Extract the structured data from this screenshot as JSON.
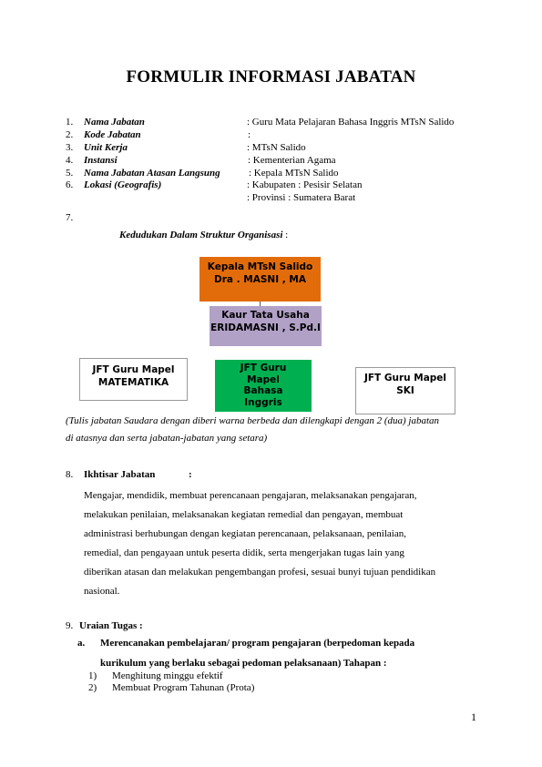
{
  "title": "FORMULIR INFORMASI JABATAN",
  "info_items": [
    {
      "num": "1.",
      "label": "Nama Jabatan",
      "value": ": Guru Mata Pelajaran Bahasa Inggris MTsN Salido"
    },
    {
      "num": "2.",
      "label": "Kode Jabatan",
      "value": ":"
    },
    {
      "num": "3.",
      "label": "Unit Kerja",
      "value": ": MTsN Salido"
    },
    {
      "num": "4.",
      "label": "Instansi",
      "value": ": Kementerian Agama"
    },
    {
      "num": "5.",
      "label": "Nama Jabatan Atasan Langsung",
      "value": ": Kepala MTsN Salido"
    },
    {
      "num": "6.",
      "label": "Lokasi (Geografis)",
      "value": ": Kabupaten : Pesisir Selatan"
    }
  ],
  "location_line2": ": Provinsi : Sumatera Barat",
  "section7": {
    "num": "7.",
    "heading": "Kedudukan Dalam Struktur Organisasi",
    "colon": " :"
  },
  "org_chart": {
    "head": {
      "line1": "Kepala MTsN Salido",
      "line2": "Dra . MASNI , MA",
      "color": "#e36c0a"
    },
    "tu": {
      "line1": "Kaur Tata Usaha",
      "line2": "ERIDAMASNI , S.Pd.I",
      "color": "#b2a1c7"
    },
    "left": {
      "line1": "JFT Guru Mapel",
      "line2": "MATEMATIKA"
    },
    "center": {
      "line1": "JFT Guru",
      "line2": "Mapel",
      "line3": "Bahasa",
      "line4": "Inggris",
      "color": "#00b050"
    },
    "right": {
      "line1": "JFT Guru Mapel",
      "line2": "SKI"
    }
  },
  "note_line1": "(Tulis jabatan Saudara dengan diberi warna berbeda dan dilengkapi dengan 2 (dua) jabatan",
  "note_line2": "di atasnya dan serta jabatan-jabatan yang setara)",
  "section8": {
    "num": "8.",
    "heading": "Ikhtisar Jabatan",
    "colon": ":",
    "lines": [
      "Mengajar, mendidik, membuat perencanaan pengajaran, melaksanakan pengajaran,",
      "melakukan penilaian, melaksanakan kegiatan remedial dan pengayan, membuat",
      "administrasi berhubungan dengan kegiatan perencanaan, pelaksanaan, penilaian,",
      "remedial, dan pengayaan untuk peserta didik, serta mengerjakan tugas lain yang",
      "diberikan atasan dan melakukan pengembangan profesi, sesuai bunyi tujuan pendidikan",
      "nasional."
    ]
  },
  "section9": {
    "num": "9.",
    "heading": "Uraian Tugas :",
    "sub_a_label": "a.",
    "sub_a_line1": "Merencanakan pembelajaran/ program pengajaran (berpedoman kepada",
    "sub_a_line2": "kurikulum yang berlaku sebagai pedoman pelaksanaan) Tahapan :",
    "steps": [
      {
        "num": "1)",
        "text": "Menghitung minggu efektif"
      },
      {
        "num": "2)",
        "text": "Membuat Program Tahunan (Prota)"
      }
    ]
  },
  "page_number": "1"
}
